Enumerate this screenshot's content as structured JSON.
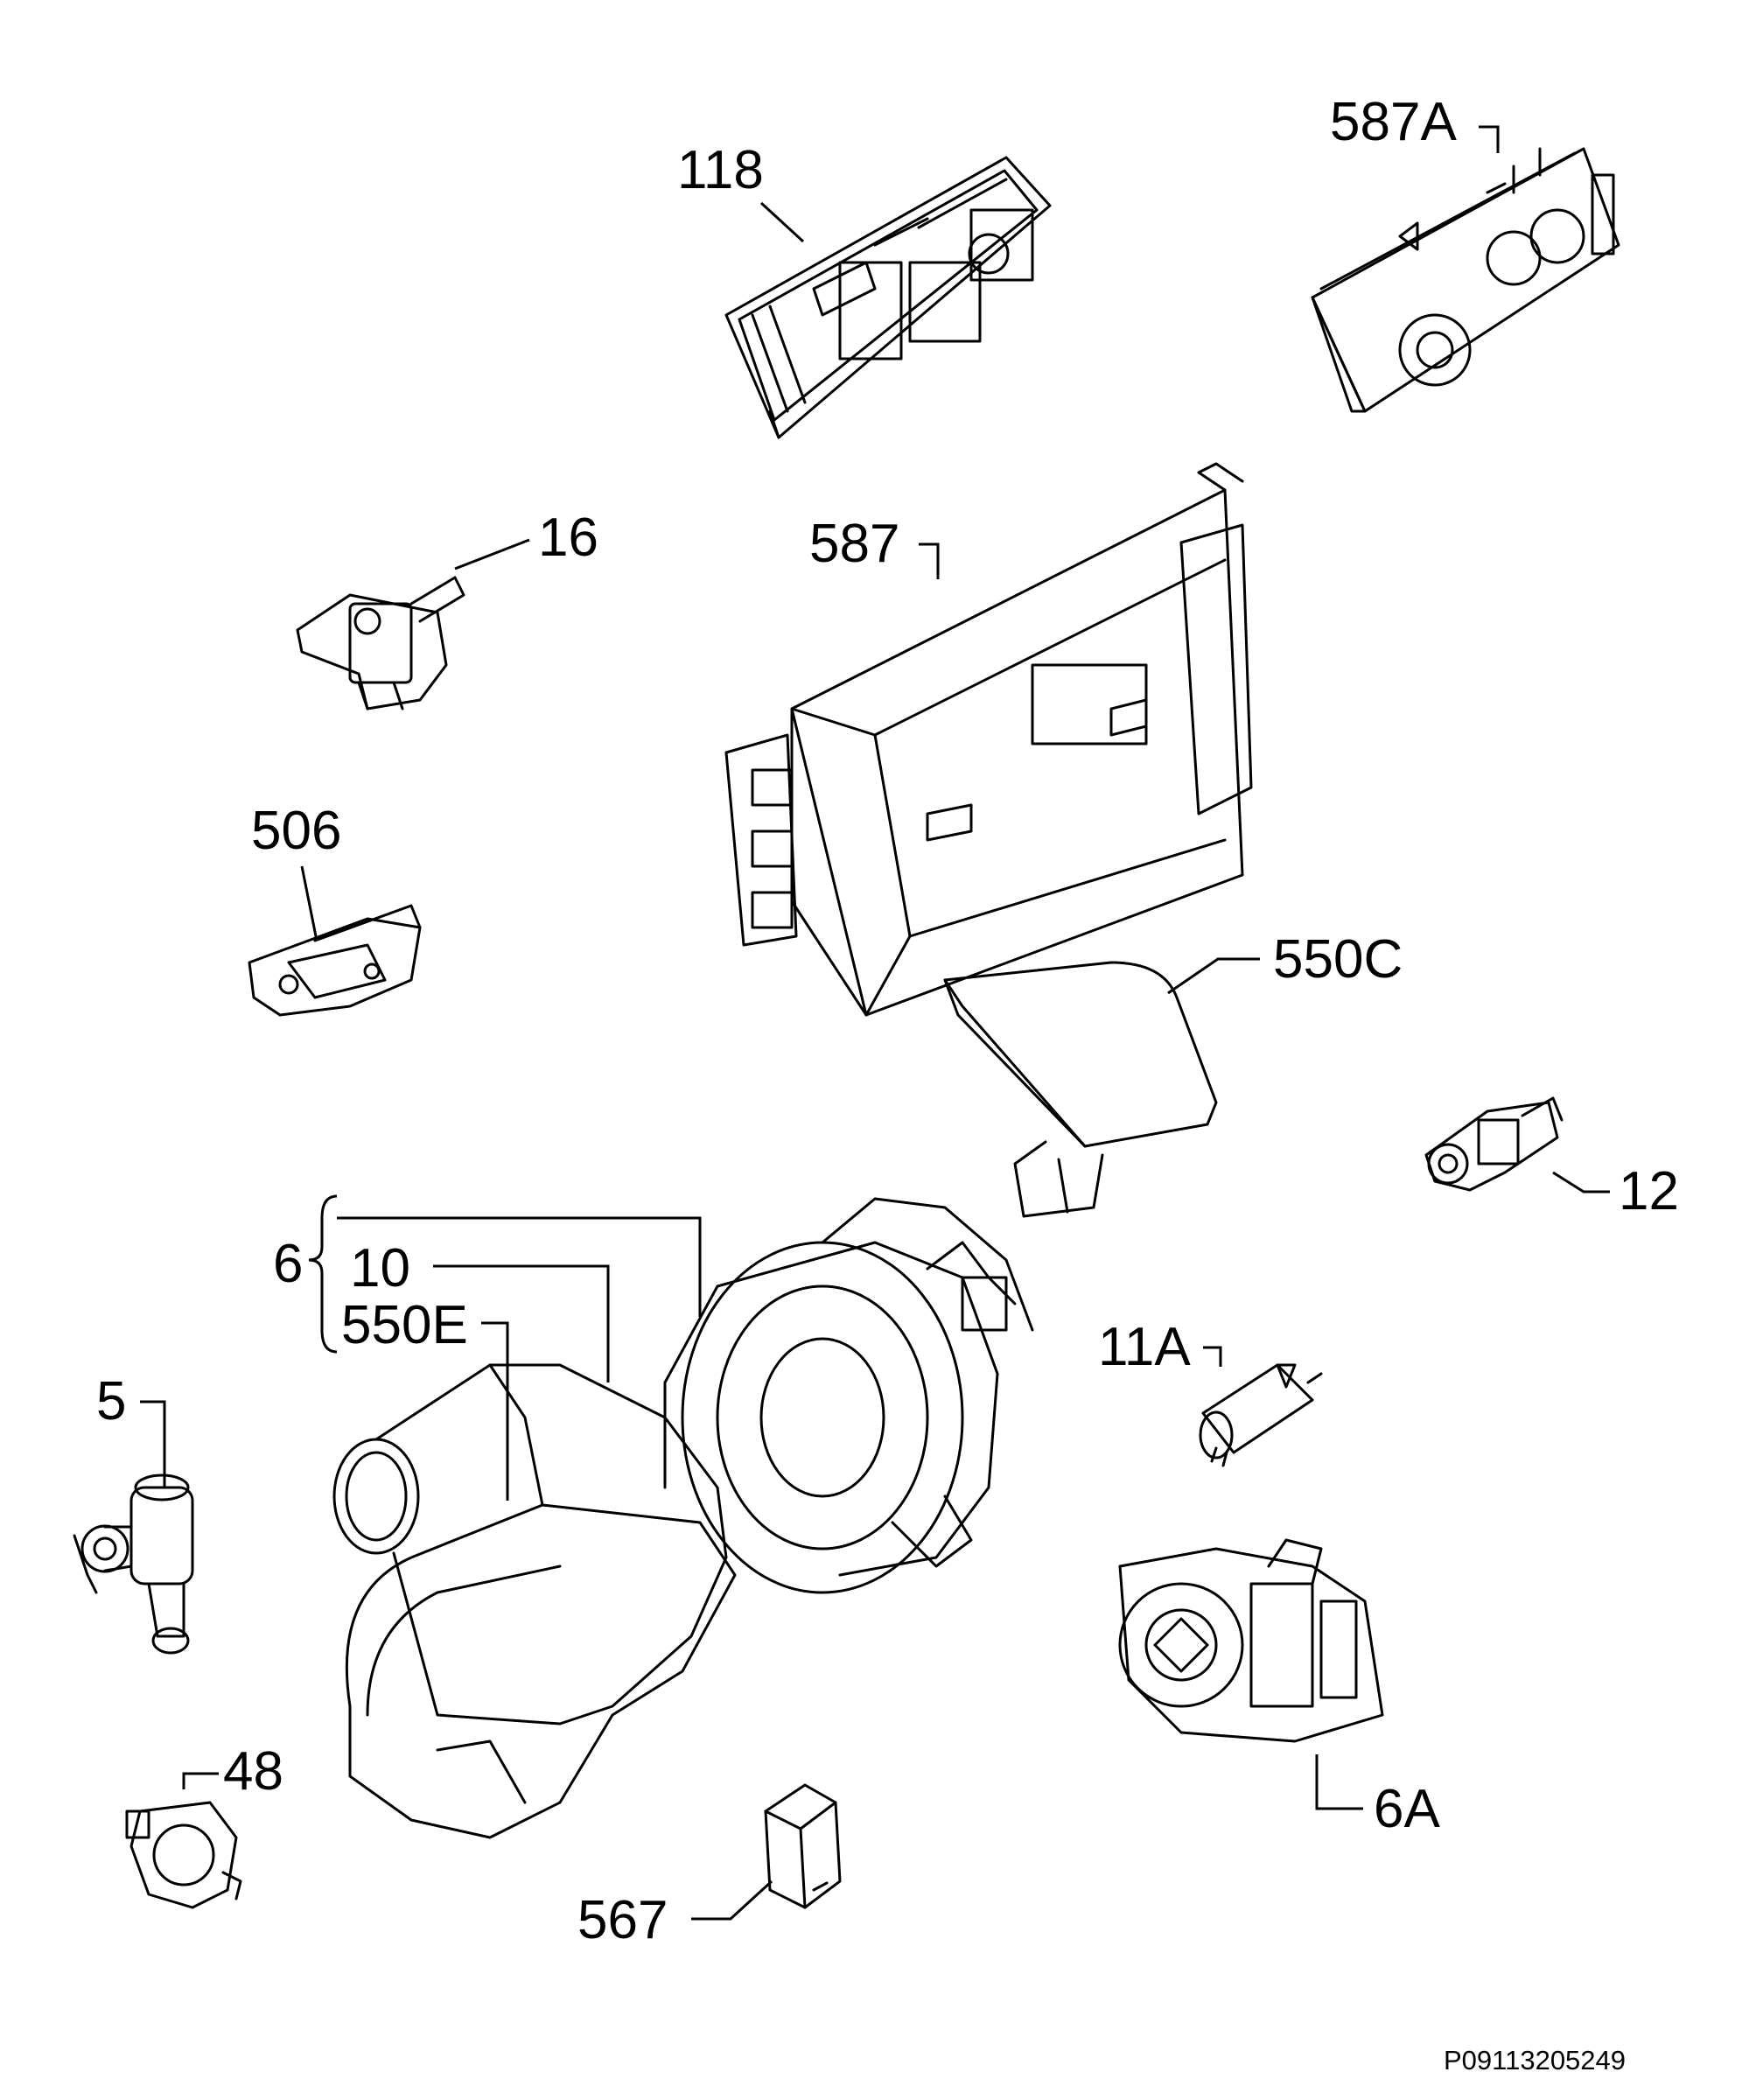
{
  "labels": {
    "p118": "118",
    "p587a": "587A",
    "p16": "16",
    "p587": "587",
    "p506": "506",
    "p550c": "550C",
    "p12": "12",
    "p6": "6",
    "p10": "10",
    "p550e": "550E",
    "p11a": "11A",
    "p5": "5",
    "p6a": "6A",
    "p48": "48",
    "p567": "567"
  },
  "reference_code": "P09113205249"
}
